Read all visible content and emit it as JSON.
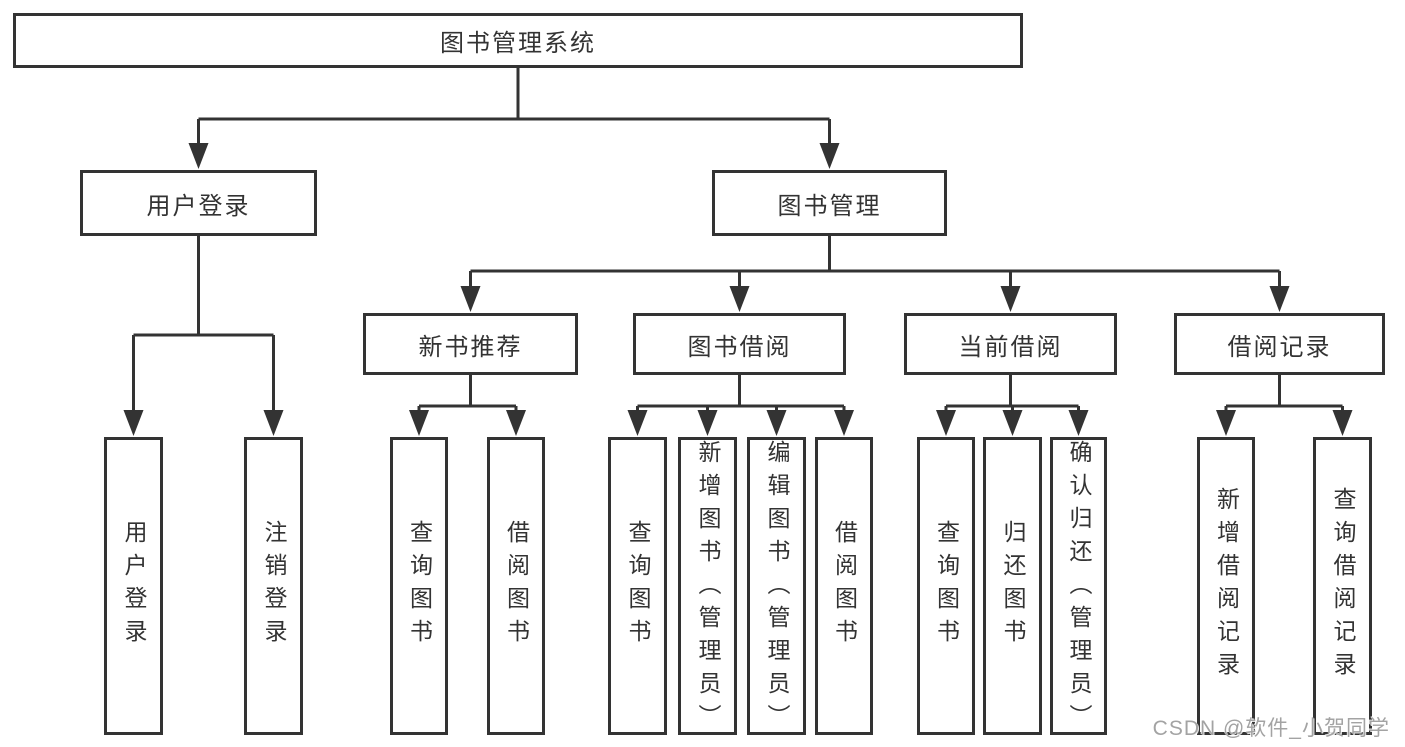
{
  "tree": {
    "root": {
      "label": "图书管理系统"
    },
    "level2": [
      {
        "label": "用户登录"
      },
      {
        "label": "图书管理"
      }
    ],
    "level3": [
      {
        "label": "新书推荐",
        "parent": "图书管理"
      },
      {
        "label": "图书借阅",
        "parent": "图书管理"
      },
      {
        "label": "当前借阅",
        "parent": "图书管理"
      },
      {
        "label": "借阅记录",
        "parent": "图书管理"
      }
    ],
    "leaves": [
      {
        "label": "用户登录",
        "parent": "用户登录"
      },
      {
        "label": "注销登录",
        "parent": "用户登录"
      },
      {
        "label": "查询图书",
        "parent": "新书推荐"
      },
      {
        "label": "借阅图书",
        "parent": "新书推荐"
      },
      {
        "label": "查询图书",
        "parent": "图书借阅"
      },
      {
        "label": "新增图书（管理员）",
        "parent": "图书借阅"
      },
      {
        "label": "编辑图书（管理员）",
        "parent": "图书借阅"
      },
      {
        "label": "借阅图书",
        "parent": "图书借阅"
      },
      {
        "label": "查询图书",
        "parent": "当前借阅"
      },
      {
        "label": "归还图书",
        "parent": "当前借阅"
      },
      {
        "label": "确认归还（管理员）",
        "parent": "当前借阅"
      },
      {
        "label": "新增借阅记录",
        "parent": "借阅记录"
      },
      {
        "label": "查询借阅记录",
        "parent": "借阅记录"
      }
    ]
  },
  "watermark": "CSDN @软件_小贺同学",
  "colors": {
    "line": "#333333",
    "text": "#333333",
    "background": "#ffffff",
    "watermark": "#a3a3a3"
  }
}
